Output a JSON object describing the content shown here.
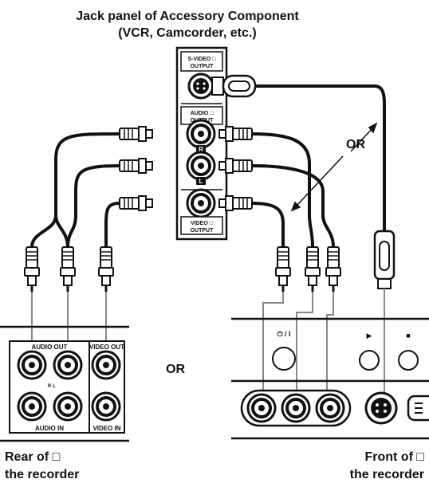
{
  "title": {
    "line1": "Jack panel of Accessory Component",
    "line2": "(VCR, Camcorder, etc.)"
  },
  "accessory_panel": {
    "svideo_output_line1": "S-VIDEO □",
    "svideo_output_line2": "OUTPUT",
    "audio_output_line1": "AUDIO □",
    "audio_output_line2": "OUTPUT",
    "r_label": "R",
    "l_label": "L",
    "video_output_line1": "VIDEO □",
    "video_output_line2": "OUTPUT"
  },
  "labels": {
    "or_top": "OR",
    "or_middle": "OR"
  },
  "rear_panel": {
    "audio_out": "AUDIO OUT",
    "video_out": "VIDEO OUT",
    "audio_in": "AUDIO IN",
    "video_in": "VIDEO IN",
    "r_mark": "R",
    "l_mark": "L",
    "caption_line1": "Rear of □",
    "caption_line2": "the recorder"
  },
  "front_panel": {
    "power_label": "⏻ / I",
    "play_label": "▶",
    "stop_label": "■",
    "caption_line1": "Front of □",
    "caption_line2": "the recorder"
  }
}
